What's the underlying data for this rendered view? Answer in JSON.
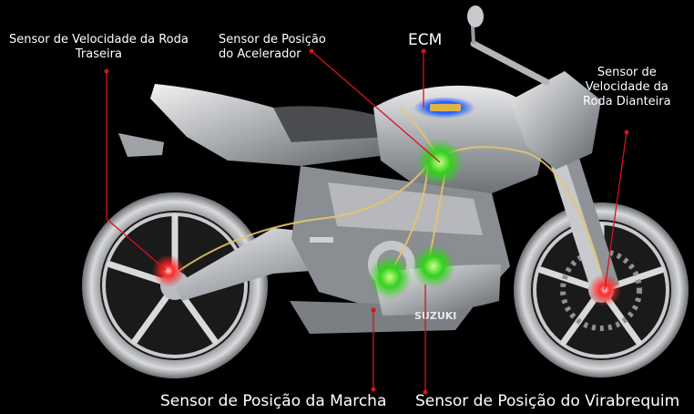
{
  "labels": {
    "rear_wheel_speed_sensor": "Sensor de Velocidade da Roda\nTraseira",
    "throttle_position_sensor": "Sensor de Posição\ndo Acelerador",
    "ecm": "ECM",
    "front_wheel_speed_sensor": "Sensor de\nVelocidade da\nRoda Dianteira",
    "gear_position_sensor": "Sensor de Posição da Marcha",
    "crankshaft_position_sensor": "Sensor de Posição do Virabrequim"
  },
  "brand_text": "SUZUKI",
  "colors": {
    "background": "#000000",
    "leader_line": "#d4141e",
    "speed_sensor_glow": "#ff2a2a",
    "position_sensor_glow": "#33d11c",
    "ecm_glow": "#1f5cff",
    "wiring": "#e8c46a",
    "label_text": "#ffffff"
  }
}
